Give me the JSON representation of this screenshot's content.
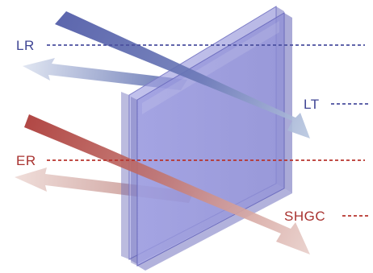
{
  "labels": {
    "lr": "LR",
    "lt": "LT",
    "er": "ER",
    "shgc": "SHGC"
  },
  "colors": {
    "light_blue": "#3a3f8c",
    "light_dash": "#4a4f9e",
    "solar_red": "#a8322f",
    "solar_dash": "#b8332c",
    "glass": "#8f8fd6",
    "glass_edge": "#6d6dbf"
  }
}
